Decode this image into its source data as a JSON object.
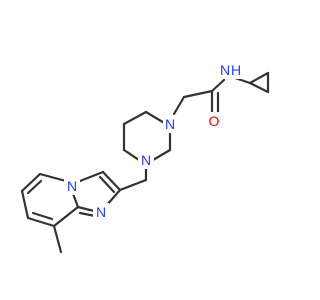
{
  "molecule": {
    "atoms": {
      "n_amide": {
        "symbol": "N",
        "color": "#2640ff"
      },
      "h_amide": {
        "symbol": "H",
        "color": "#2640ff"
      },
      "o_carbonyl": {
        "symbol": "O",
        "color": "#ff0000"
      },
      "n_pip_top": {
        "symbol": "N",
        "color": "#2640ff"
      },
      "n_pip_bottom": {
        "symbol": "N",
        "color": "#2640ff"
      },
      "n_bridge": {
        "symbol": "N",
        "color": "#2640ff"
      },
      "n_imine": {
        "symbol": "N",
        "color": "#2640ff"
      }
    }
  }
}
